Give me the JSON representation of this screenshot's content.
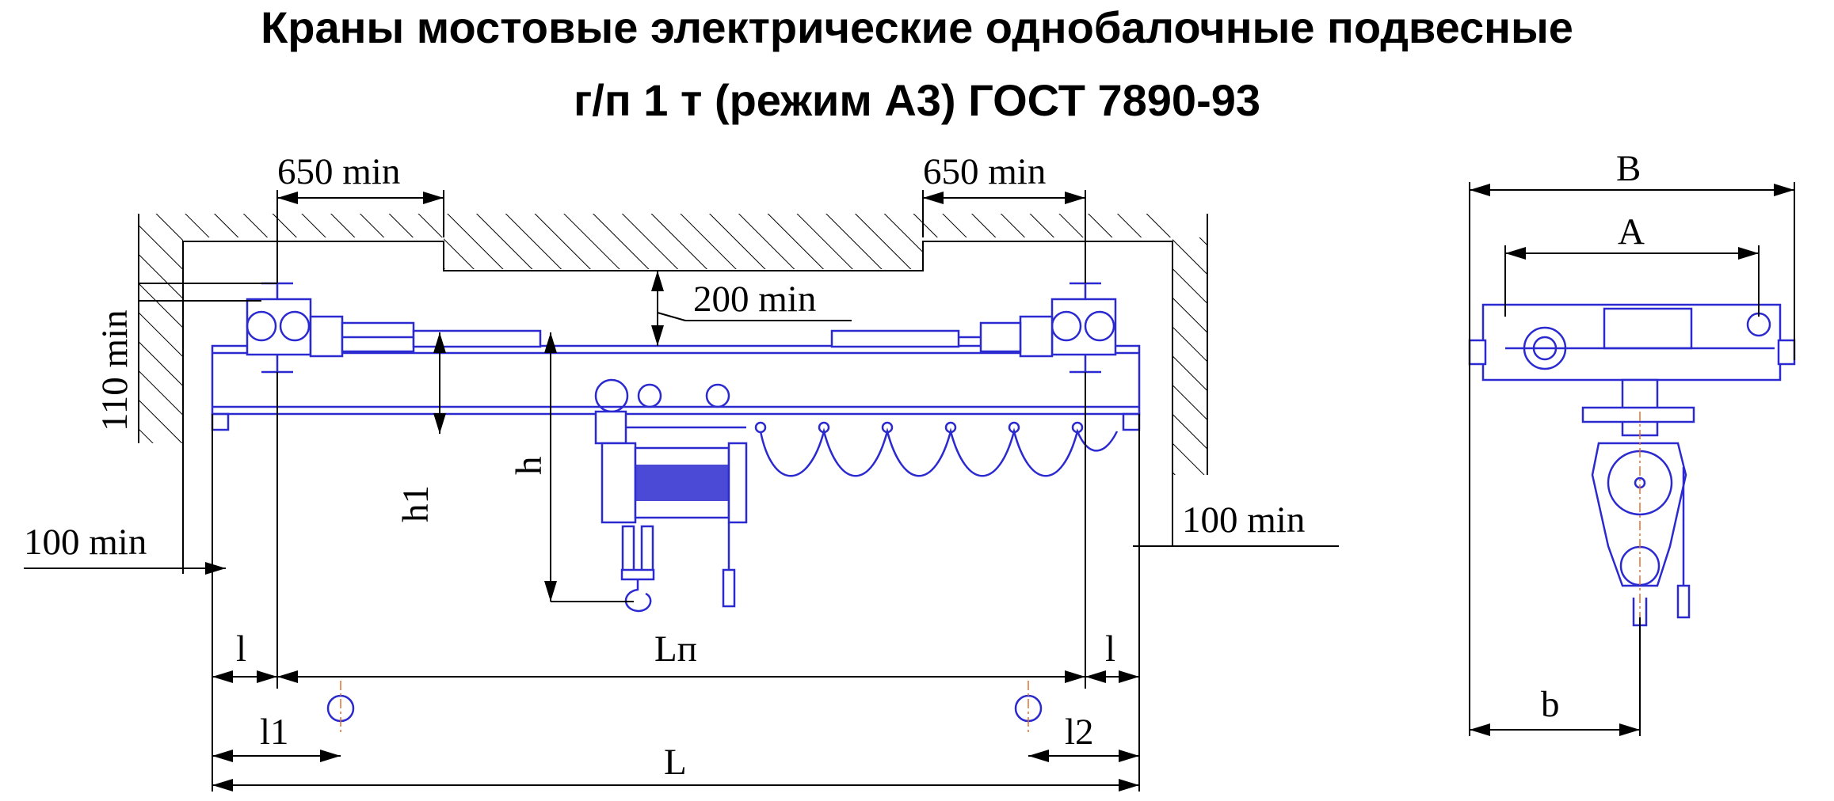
{
  "title": {
    "line1": "Краны мостовые электрические однобалочные подвесные",
    "line2": "г/п 1 т (режим А3) ГОСТ 7890-93"
  },
  "dimensions": {
    "clearance_left_top": "650 min",
    "clearance_right_top": "650 min",
    "clearance_ceiling": "200 min",
    "clearance_side": "110 min",
    "clearance_wall_left": "100 min",
    "clearance_wall_right": "100 min",
    "hook_height": "h",
    "beam_height": "h1",
    "overhang_left": "l",
    "overhang_right": "l",
    "span": "Lп",
    "hook_approach_left": "l1",
    "hook_approach_right": "l2",
    "total_length": "L",
    "side_width_outer": "B",
    "side_width_inner": "A",
    "hoist_offset": "b"
  },
  "colors": {
    "drawing": "#2a2ad0",
    "dimension": "#000000",
    "centerline": "#e07030"
  }
}
